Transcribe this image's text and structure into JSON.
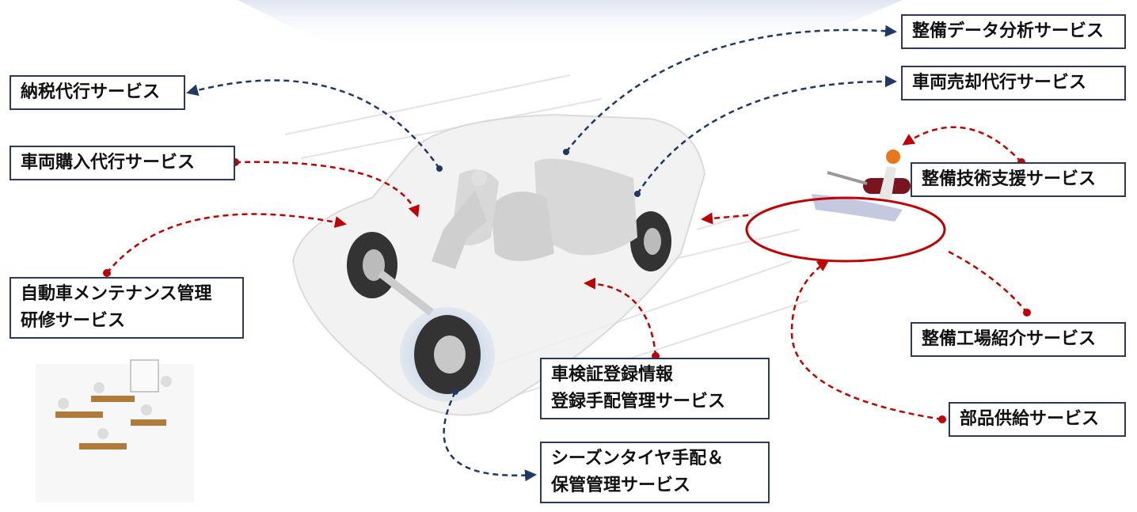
{
  "colors": {
    "navy": "#1f3864",
    "red": "#c00000",
    "box_border": "#2b3a55"
  },
  "services": {
    "tax": "納税代行サービス",
    "purchase": "車両購入代行サービス",
    "training_line1": "自動車メンテナンス管理",
    "training_line2": "研修サービス",
    "data_analysis": "整備データ分析サービス",
    "sale": "車両売却代行サービス",
    "tech_support": "整備技術支援サービス",
    "factory_intro": "整備工場紹介サービス",
    "parts": "部品供給サービス",
    "registration_line1": "車検証登録情報",
    "registration_line2": "登録手配管理サービス",
    "tire_line1": "シーズンタイヤ手配＆",
    "tire_line2": "保管管理サービス"
  },
  "icons": [
    "car-illustration",
    "mechanic-wrench-illustration",
    "classroom-illustration"
  ]
}
